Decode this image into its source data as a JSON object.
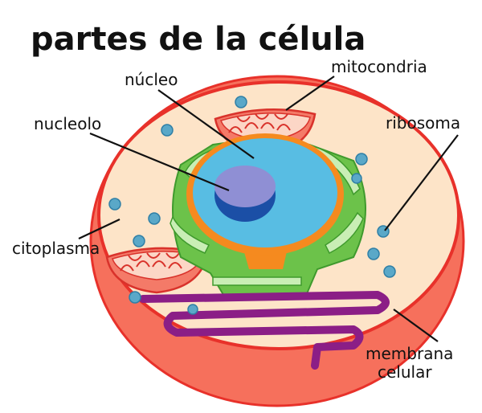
{
  "title": "partes de la célula",
  "labels": {
    "nucleo": "núcleo",
    "mitocondria": "mitocondria",
    "nucleolo": "nucleolo",
    "ribosoma": "ribosoma",
    "citoplasma": "citoplasma",
    "membrana_line1": "membrana",
    "membrana_line2": "celular"
  },
  "colors": {
    "membrane": "#e8312a",
    "cell_side": "#f6705c",
    "cytoplasm": "#fde4c8",
    "nucleus": "#58bde3",
    "nucleolus": "#8f8fd4",
    "nucleolus_shadow": "#1b4fa6",
    "er": "#6cc24a",
    "golgi": "#8b1e86",
    "ribosome": "#5aa8c8"
  }
}
